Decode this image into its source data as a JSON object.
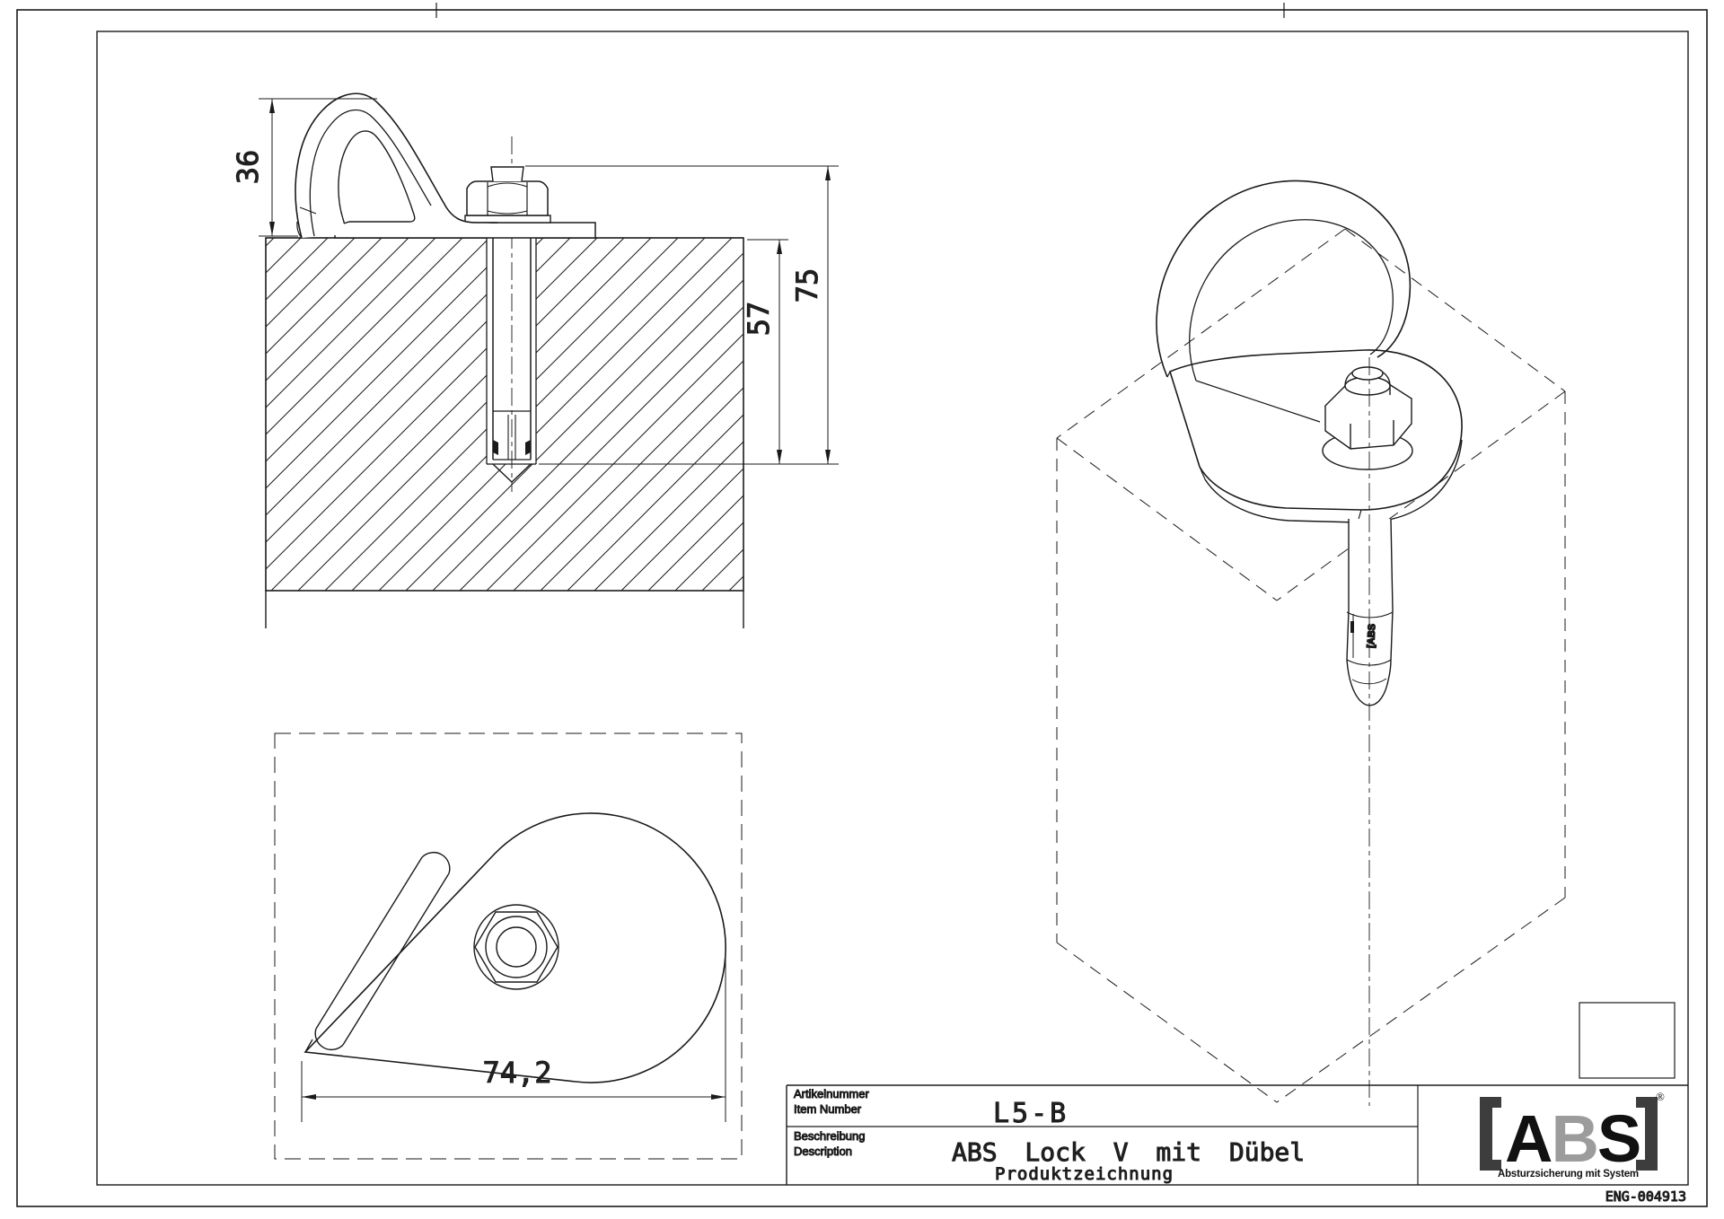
{
  "page": {
    "doc_number": "ENG-004913"
  },
  "views": {
    "side_section": {
      "dim_height_above_surface": "36",
      "dim_embedment_depth": "57",
      "dim_total_anchor_length": "75"
    },
    "plan": {
      "dim_plate_length": "74,2"
    },
    "iso": {
      "sleeve_label": "[ABS"
    }
  },
  "title_block": {
    "item_label_de": "Artikelnummer",
    "item_label_en": "Item Number",
    "item_value": "L5-B",
    "desc_label_de": "Beschreibung",
    "desc_label_en": "Description",
    "desc_value_line1": "ABS Lock V mit Dübel",
    "desc_value_line2": "Produktzeichnung"
  },
  "logo": {
    "letter_a": "A",
    "letter_b": "B",
    "letter_s": "S",
    "registered": "®",
    "tagline": "Absturzsicherung mit System"
  },
  "colors": {
    "line": "#1a1a1a",
    "logo_gray": "#9c9c9c",
    "bracket_gray": "#3d3d3d",
    "background": "#ffffff"
  }
}
